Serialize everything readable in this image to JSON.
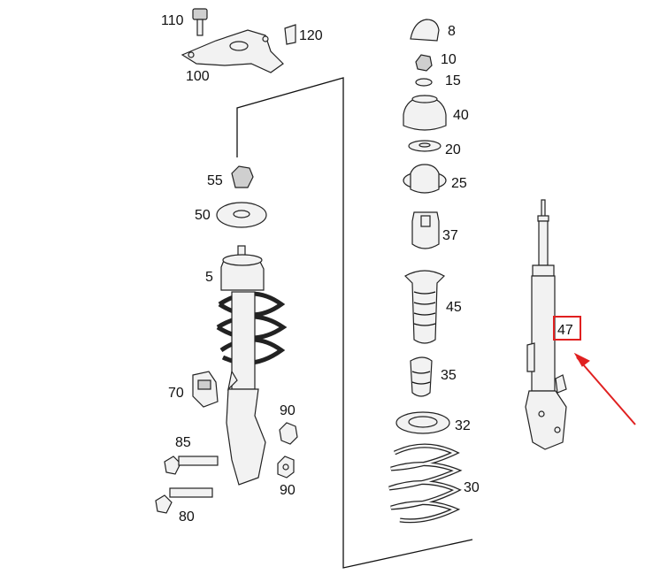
{
  "parts": [
    {
      "key": "p110",
      "label": "110",
      "name": "bolt"
    },
    {
      "key": "p120",
      "label": "120",
      "name": "clip"
    },
    {
      "key": "p100",
      "label": "100",
      "name": "mounting-plate"
    },
    {
      "key": "p55",
      "label": "55",
      "name": "nut"
    },
    {
      "key": "p50",
      "label": "50",
      "name": "washer"
    },
    {
      "key": "p5",
      "label": "5",
      "name": "strut-assembly"
    },
    {
      "key": "p70",
      "label": "70",
      "name": "bracket"
    },
    {
      "key": "p85",
      "label": "85",
      "name": "bolt-upper"
    },
    {
      "key": "p80",
      "label": "80",
      "name": "bolt-lower"
    },
    {
      "key": "p90a",
      "label": "90",
      "name": "nut-upper"
    },
    {
      "key": "p90b",
      "label": "90",
      "name": "nut-lower"
    },
    {
      "key": "p8",
      "label": "8",
      "name": "cap"
    },
    {
      "key": "p10",
      "label": "10",
      "name": "nut"
    },
    {
      "key": "p15",
      "label": "15",
      "name": "washer"
    },
    {
      "key": "p40",
      "label": "40",
      "name": "strut-mount"
    },
    {
      "key": "p20",
      "label": "20",
      "name": "washer"
    },
    {
      "key": "p25",
      "label": "25",
      "name": "bearing"
    },
    {
      "key": "p37",
      "label": "37",
      "name": "bump-stop-mount"
    },
    {
      "key": "p45",
      "label": "45",
      "name": "dust-boot"
    },
    {
      "key": "p35",
      "label": "35",
      "name": "bump-stop"
    },
    {
      "key": "p32",
      "label": "32",
      "name": "spring-seat"
    },
    {
      "key": "p30",
      "label": "30",
      "name": "coil-spring"
    },
    {
      "key": "p47",
      "label": "47",
      "name": "shock-absorber"
    }
  ],
  "highlight": {
    "label": "47",
    "color": "#e02020"
  }
}
